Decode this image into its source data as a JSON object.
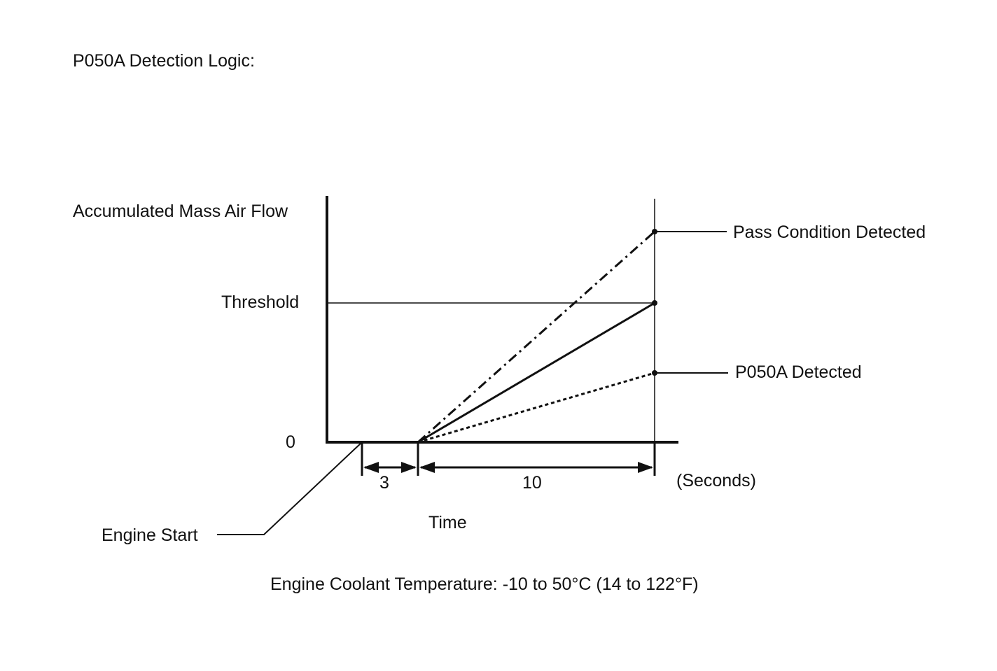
{
  "title": "P050A Detection Logic:",
  "axes": {
    "y_label": "Accumulated Mass Air Flow",
    "x_label": "Time",
    "zero_label": "0",
    "threshold_label": "Threshold",
    "units_label": "(Seconds)"
  },
  "intervals": [
    {
      "label": "3",
      "seconds": 3
    },
    {
      "label": "10",
      "seconds": 10
    }
  ],
  "callouts": {
    "engine_start": "Engine Start",
    "pass": "Pass Condition Detected",
    "fail": "P050A Detected"
  },
  "footer": "Engine Coolant Temperature: -10 to 50°C (14 to 122°F)",
  "colors": {
    "ink": "#111111",
    "background": "#ffffff"
  }
}
